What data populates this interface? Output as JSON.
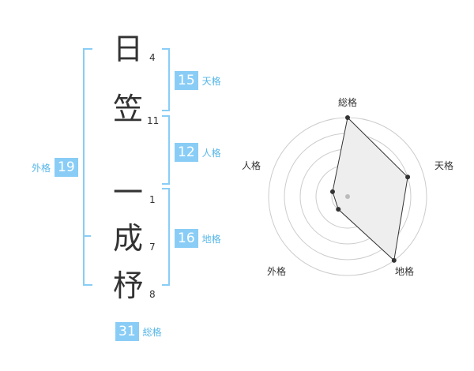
{
  "name": {
    "chars": [
      {
        "char": "日",
        "strokes": "4"
      },
      {
        "char": "笠",
        "strokes": "11"
      },
      {
        "char": "一",
        "strokes": "1"
      },
      {
        "char": "成",
        "strokes": "7"
      },
      {
        "char": "杼",
        "strokes": "8"
      }
    ]
  },
  "fortunes": {
    "tenkaku": {
      "value": "15",
      "label": "天格"
    },
    "jinkaku": {
      "value": "12",
      "label": "人格"
    },
    "chikaku": {
      "value": "16",
      "label": "地格"
    },
    "gaikaku": {
      "value": "19",
      "label": "外格"
    },
    "soukaku": {
      "value": "31",
      "label": "総格"
    }
  },
  "colors": {
    "accent": "#89cdf6",
    "label": "#56b7e8",
    "radar_fill": "#eeeeee",
    "grid": "#cccccc"
  },
  "chart_data": {
    "type": "radar",
    "axes": [
      "総格",
      "天格",
      "地格",
      "外格",
      "人格"
    ],
    "values": [
      5,
      4,
      5,
      1,
      1
    ],
    "rmax": 5
  }
}
